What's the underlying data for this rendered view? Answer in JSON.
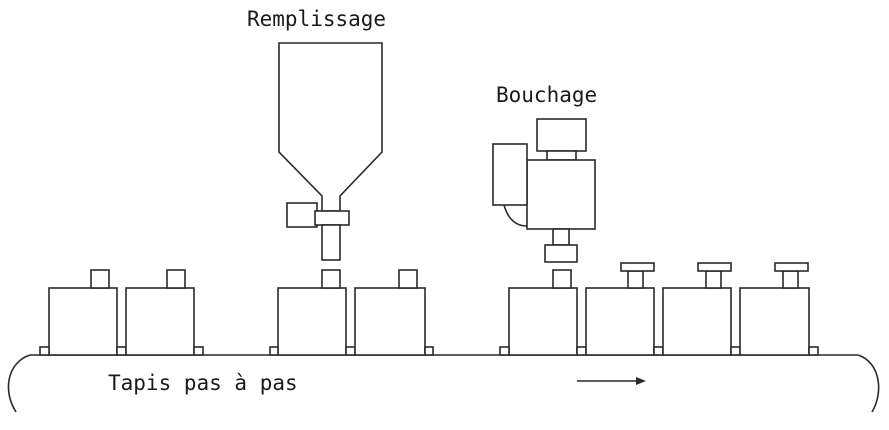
{
  "labels": {
    "filling_station": "Remplissage",
    "capping_station": "Bouchage",
    "conveyor": "Tapis pas à pas"
  },
  "conveyor": {
    "direction": "right"
  },
  "containers": [
    {
      "id": 1,
      "state": "empty"
    },
    {
      "id": 2,
      "state": "empty"
    },
    {
      "id": 3,
      "state": "filling"
    },
    {
      "id": 4,
      "state": "filled"
    },
    {
      "id": 5,
      "state": "capping"
    },
    {
      "id": 6,
      "state": "capped"
    },
    {
      "id": 7,
      "state": "capped"
    },
    {
      "id": 8,
      "state": "capped"
    }
  ]
}
